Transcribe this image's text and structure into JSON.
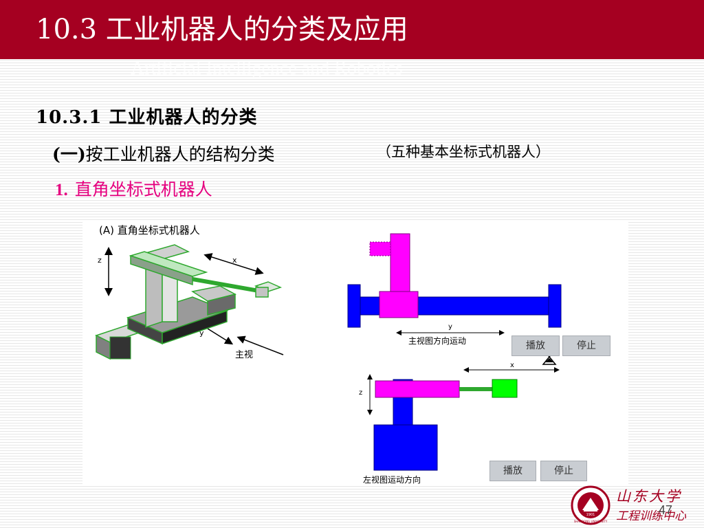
{
  "header": {
    "title": "10.3 工业机器人的分类及应用",
    "watermark": "Artificial Intelligence and Robotics"
  },
  "section": {
    "title": "10.3.1 工业机器人的分类"
  },
  "subsection": {
    "paren_label": "(一)",
    "label": "按工业机器人的结构分类",
    "note": "（五种基本坐标式机器人）"
  },
  "item": {
    "number": "1.",
    "label": "直角坐标式机器人"
  },
  "figure": {
    "caption": "(A) 直角坐标式机器人",
    "axis_z": "z",
    "axis_x": "x",
    "axis_y": "y",
    "front_view_label": "主视",
    "front_motion_caption": "主视图方向运动",
    "left_motion_caption": "左视图运动方向",
    "top_axis_y": "y",
    "bottom_axis_x": "x",
    "bottom_axis_z": "z",
    "play_button_top": "播放",
    "stop_button_top": "停止",
    "play_button_bottom": "播放",
    "stop_button_bottom": "停止"
  },
  "footer": {
    "university_name": "山东大学",
    "center_name": "工程训练中心",
    "seal_year": "1901",
    "seal_text": "SHANDONG UNIVERSITY",
    "page_number": "47"
  },
  "colors": {
    "header_bg": "#a50021",
    "item_heading": "#e5007f",
    "blue_part": "#0000ff",
    "magenta_part": "#ff00ff",
    "green_part": "#00ff00"
  }
}
